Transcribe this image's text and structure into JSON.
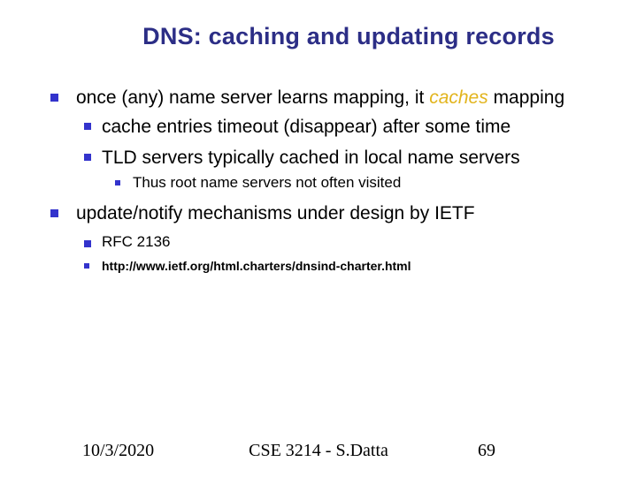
{
  "slide": {
    "title": "DNS: caching and updating records",
    "colors": {
      "background": "#ffffff",
      "title": "#2c2e86",
      "bullet_square": "#3333cc",
      "body_text": "#000000",
      "highlight": "#e2b41c"
    }
  },
  "content": {
    "items": [
      {
        "level": 1,
        "segments": [
          {
            "text": "once (any) name server learns mapping, it "
          },
          {
            "text": "caches",
            "highlight": true
          },
          {
            "text": " mapping"
          }
        ]
      },
      {
        "level": 2,
        "text": "cache entries timeout (disappear) after some time"
      },
      {
        "level": 2,
        "text": "TLD servers typically cached in local name servers"
      },
      {
        "level": 3,
        "text": "Thus root name servers not often visited"
      },
      {
        "level": 1,
        "text": "update/notify mechanisms under design by IETF"
      },
      {
        "level": 2,
        "text": "RFC 2136"
      },
      {
        "level": 2,
        "small": true,
        "text": "http://www.ietf.org/html.charters/dnsind-charter.html"
      }
    ]
  },
  "footer": {
    "date": "10/3/2020",
    "course": "CSE 3214 - S.Datta",
    "page_number": "69"
  }
}
